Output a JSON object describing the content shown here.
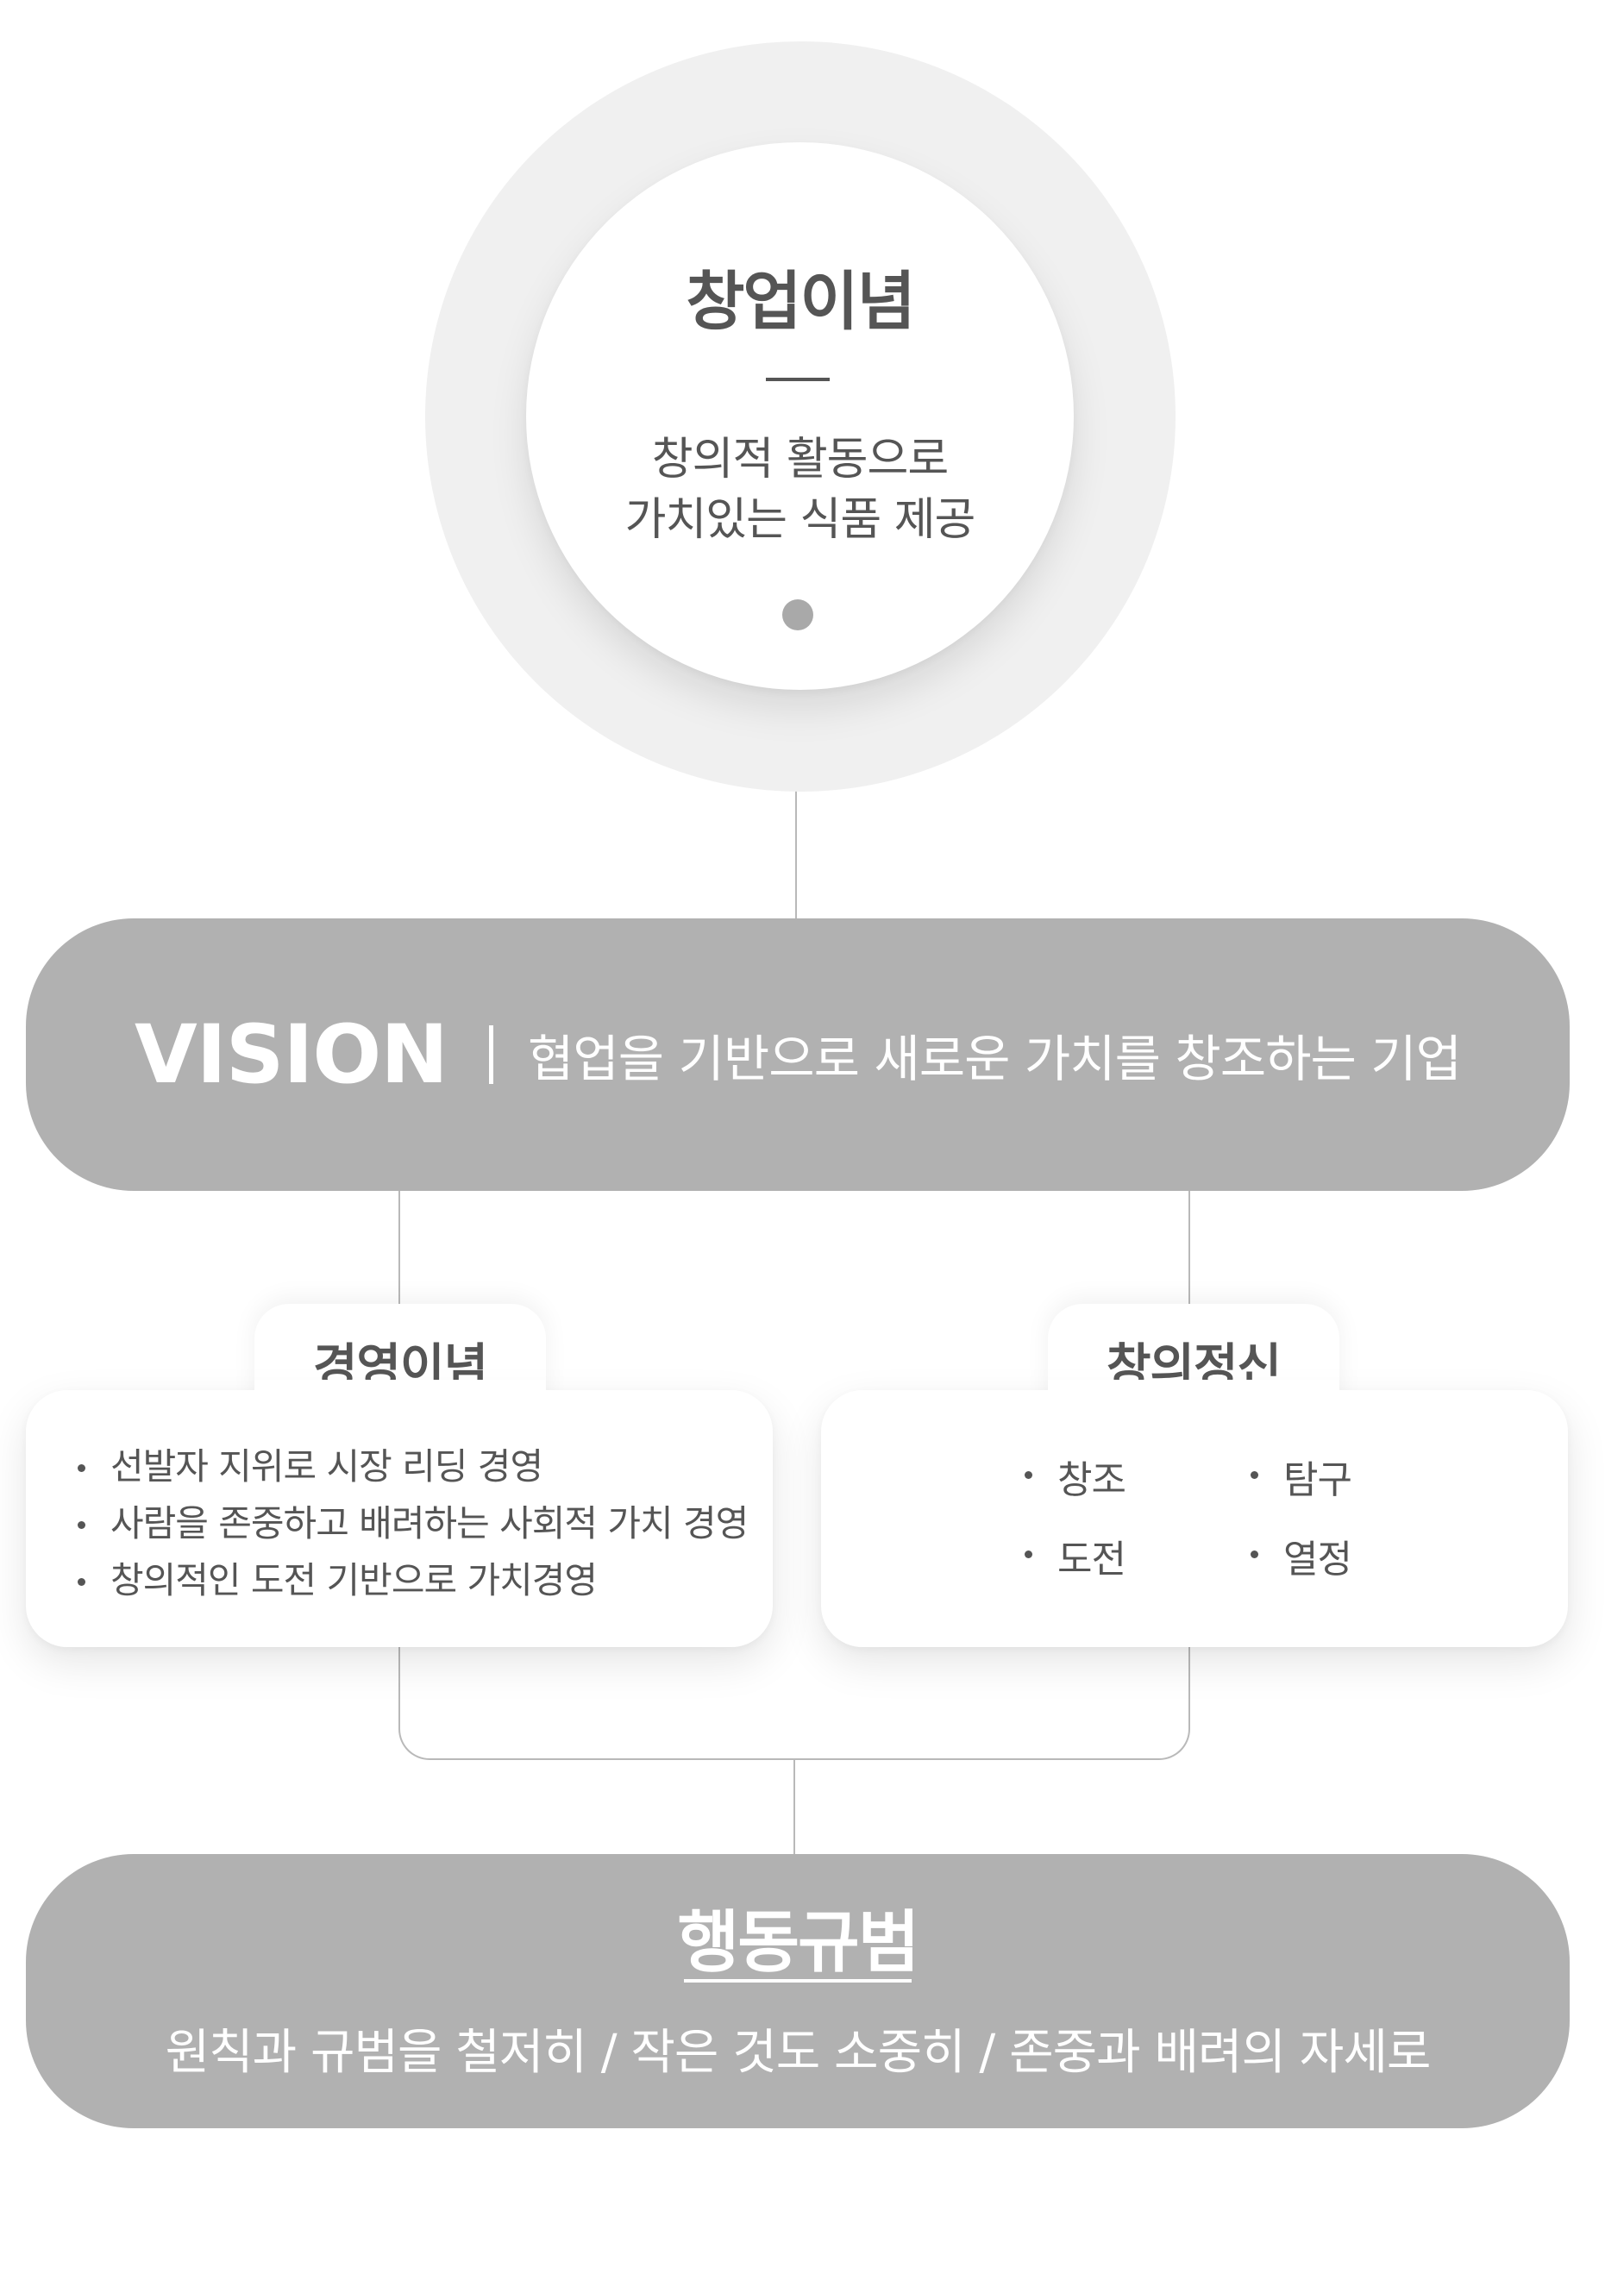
{
  "founding": {
    "title": "창업이념",
    "line1": "창의적 활동으로",
    "line2": "가치있는 식품 제공"
  },
  "vision": {
    "label": "VISION",
    "text": "협업을 기반으로 새로운 가치를 창조하는 기업"
  },
  "management": {
    "title": "경영이념",
    "items": [
      "선발자 지위로 시장 리딩 경영",
      "사람을 존중하고 배려하는 사회적 가치 경영",
      "창의적인 도전 기반으로 가치경영"
    ]
  },
  "spirit": {
    "title": "창의정신",
    "items": [
      "창조",
      "탐구",
      "도전",
      "열정"
    ]
  },
  "conduct": {
    "title": "행동규범",
    "text": "원칙과 규범을 철저히 / 작은 것도 소중히 / 존중과 배려의 자세로"
  },
  "colors": {
    "bar": "#b1b1b1",
    "text": "#555555",
    "ring": "#f0f0f0",
    "line": "#b9b9b9"
  }
}
